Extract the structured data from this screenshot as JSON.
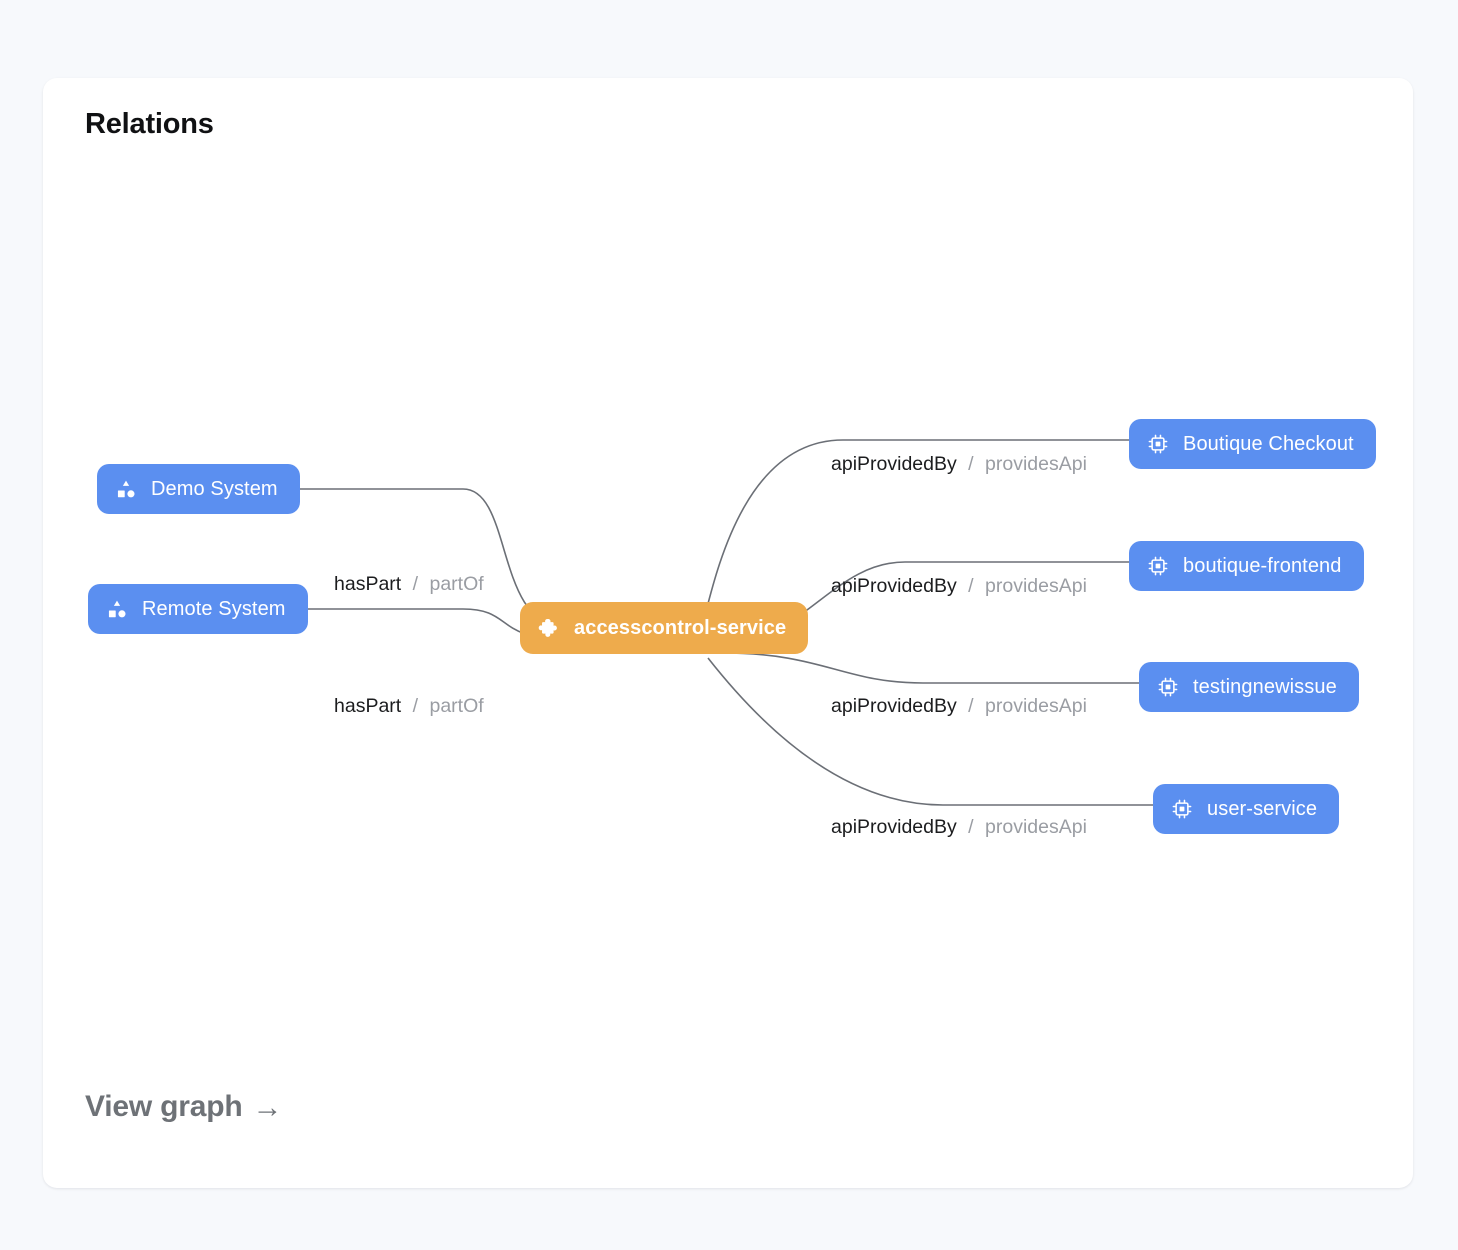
{
  "card": {
    "title": "Relations",
    "footer_link": "View graph",
    "footer_arrow": "→"
  },
  "colors": {
    "page_background": "#f7f9fc",
    "card_background": "#ffffff",
    "entity_blue": "#5b8ff0",
    "focus_orange": "#eeab4c",
    "edge_stroke": "#6b6f76",
    "label_primary": "#1c1d1f",
    "label_secondary": "#9a9da3",
    "footer_gray": "#6e7277"
  },
  "graph": {
    "focus_node": {
      "id": "accesscontrol-service",
      "label": "accesscontrol-service",
      "icon": "puzzle-piece-icon",
      "kind": "component",
      "color": "#eeab4c"
    },
    "nodes": [
      {
        "id": "demo-system",
        "label": "Demo System",
        "icon": "shapes-icon",
        "kind": "system",
        "color": "#5b8ff0",
        "side": "left"
      },
      {
        "id": "remote-system",
        "label": "Remote System",
        "icon": "shapes-icon",
        "kind": "system",
        "color": "#5b8ff0",
        "side": "left"
      },
      {
        "id": "boutique-checkout",
        "label": "Boutique Checkout",
        "icon": "chip-icon",
        "kind": "api",
        "color": "#5b8ff0",
        "side": "right"
      },
      {
        "id": "boutique-frontend",
        "label": "boutique-frontend",
        "icon": "chip-icon",
        "kind": "api",
        "color": "#5b8ff0",
        "side": "right"
      },
      {
        "id": "testingnewissue",
        "label": "testingnewissue",
        "icon": "chip-icon",
        "kind": "api",
        "color": "#5b8ff0",
        "side": "right"
      },
      {
        "id": "user-service",
        "label": "user-service",
        "icon": "chip-icon",
        "kind": "api",
        "color": "#5b8ff0",
        "side": "right"
      }
    ],
    "edges": [
      {
        "from": "demo-system",
        "to": "accesscontrol-service",
        "forward": "hasPart",
        "separator": "/",
        "reverse": "partOf"
      },
      {
        "from": "remote-system",
        "to": "accesscontrol-service",
        "forward": "hasPart",
        "separator": "/",
        "reverse": "partOf"
      },
      {
        "from": "accesscontrol-service",
        "to": "boutique-checkout",
        "forward": "apiProvidedBy",
        "separator": "/",
        "reverse": "providesApi"
      },
      {
        "from": "accesscontrol-service",
        "to": "boutique-frontend",
        "forward": "apiProvidedBy",
        "separator": "/",
        "reverse": "providesApi"
      },
      {
        "from": "accesscontrol-service",
        "to": "testingnewissue",
        "forward": "apiProvidedBy",
        "separator": "/",
        "reverse": "providesApi"
      },
      {
        "from": "accesscontrol-service",
        "to": "user-service",
        "forward": "apiProvidedBy",
        "separator": "/",
        "reverse": "providesApi"
      }
    ]
  }
}
